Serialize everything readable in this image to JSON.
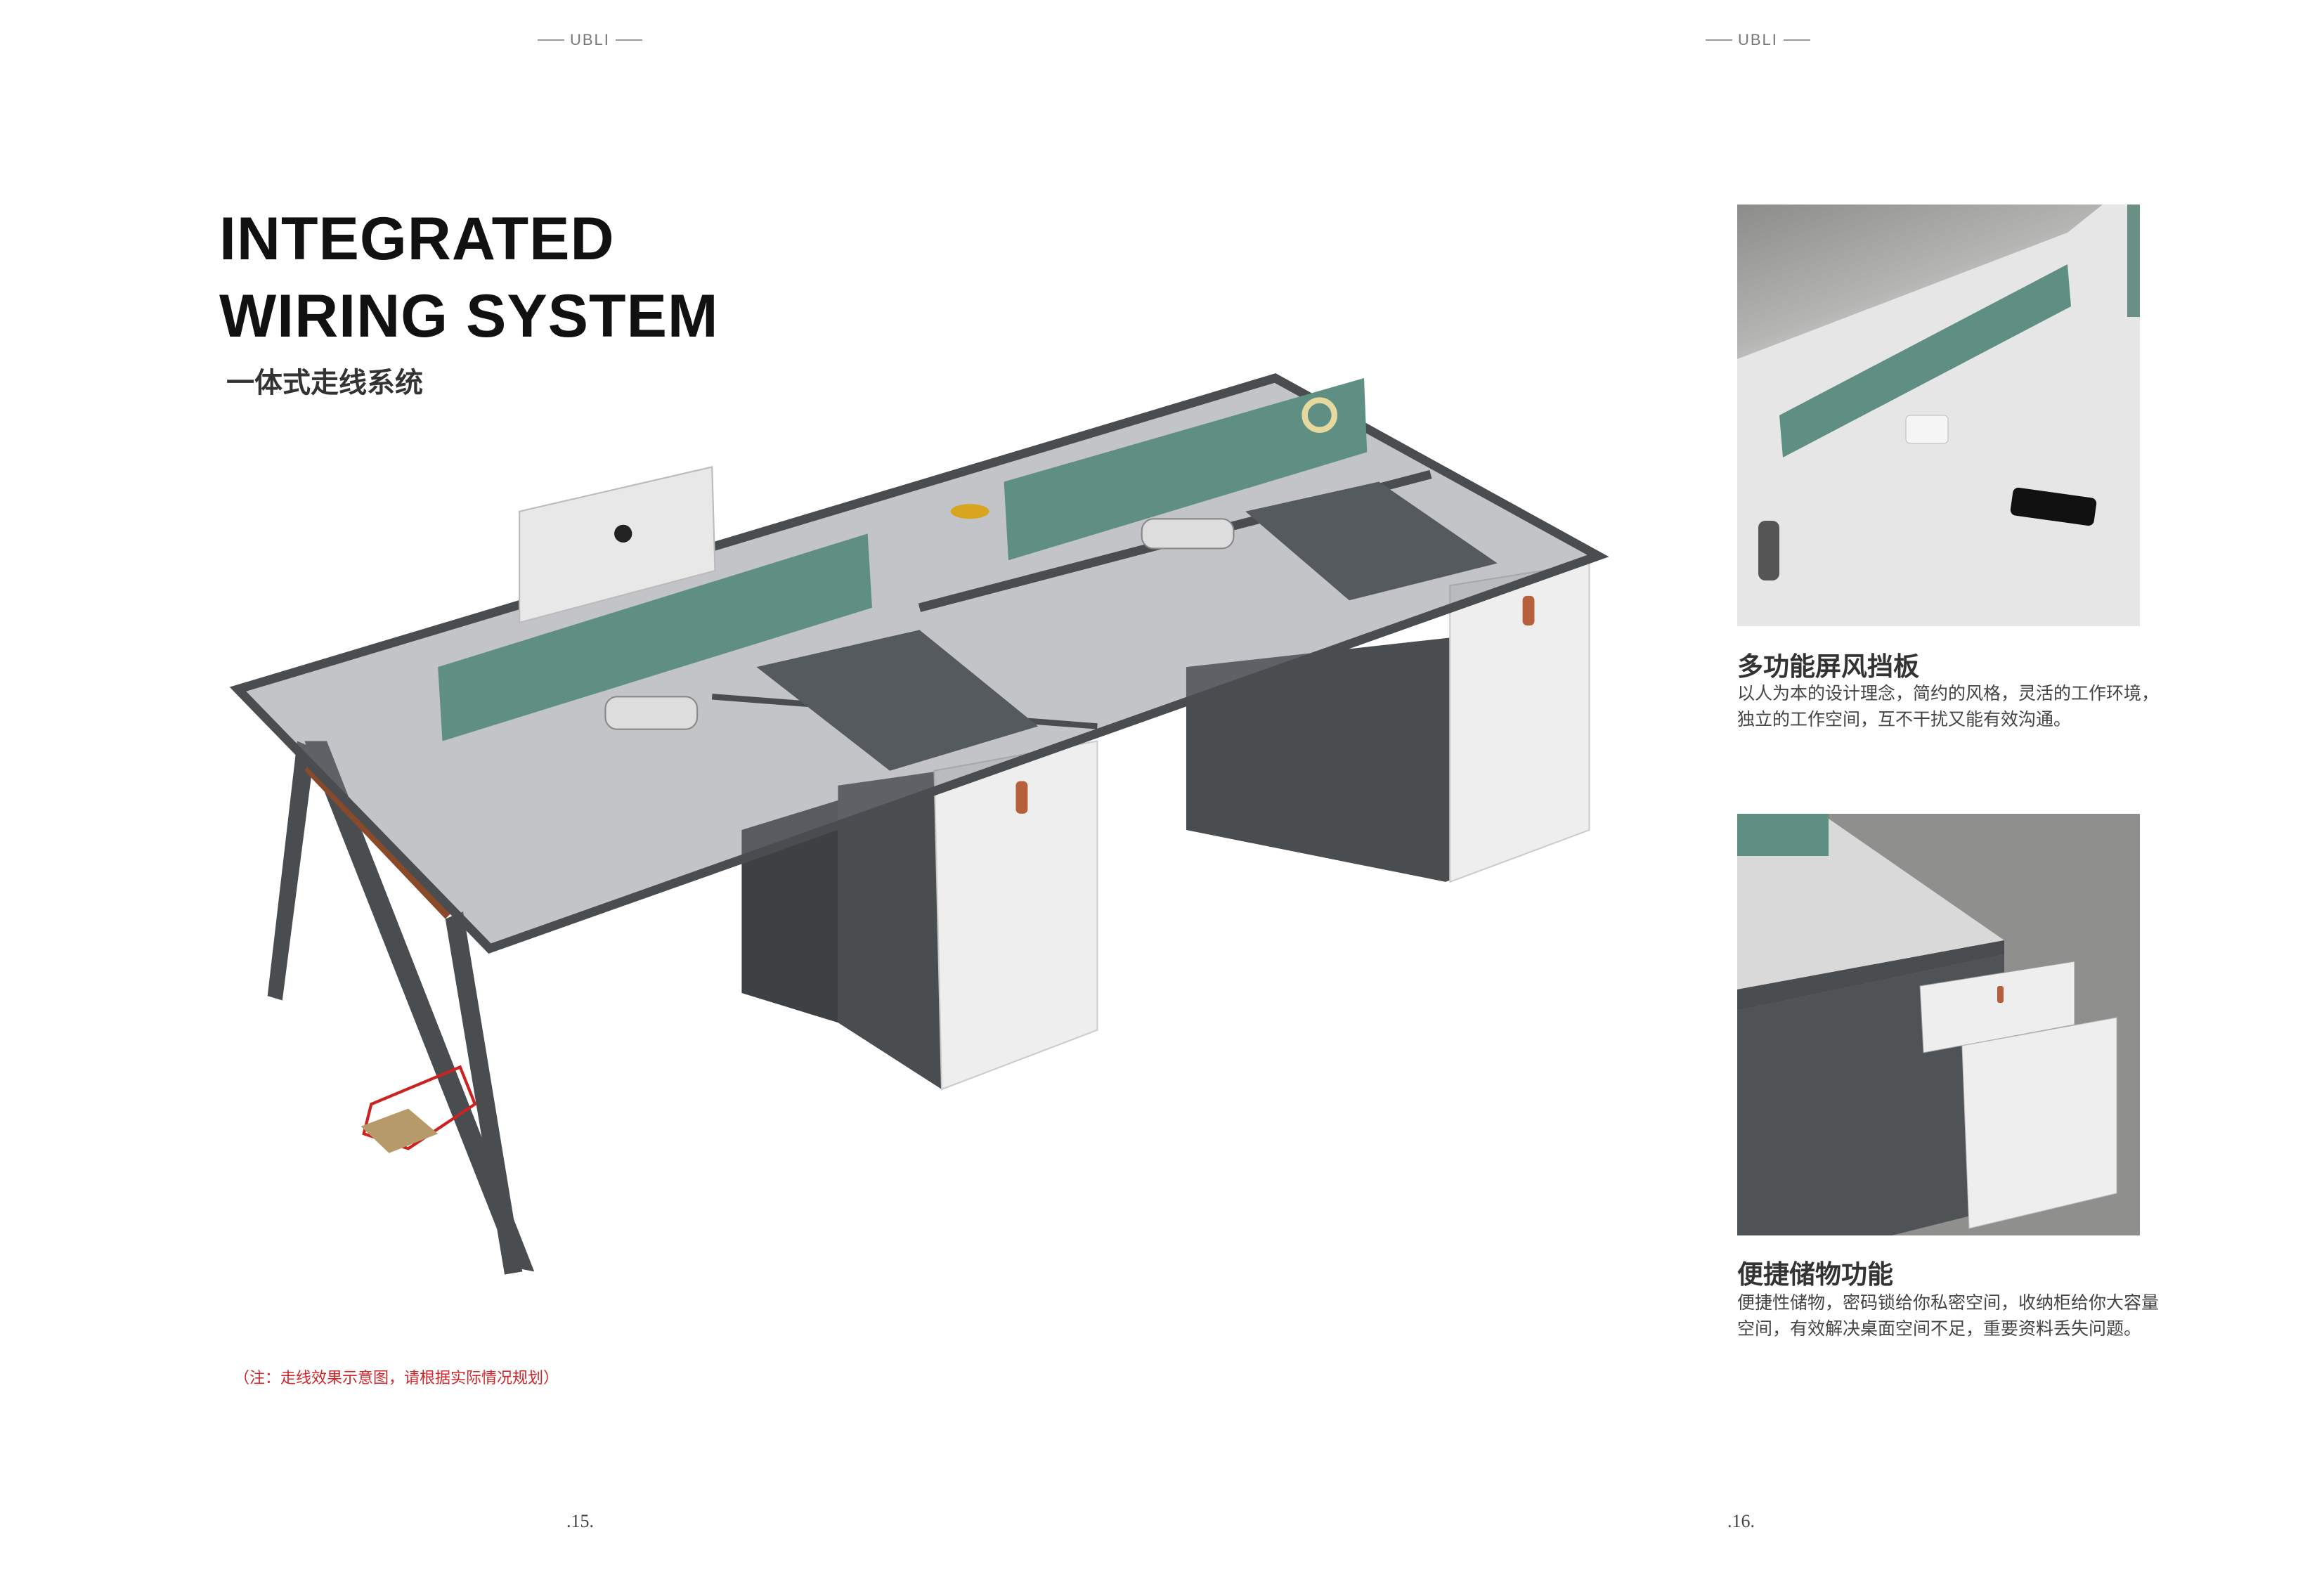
{
  "header": {
    "logo_left": "UBLI",
    "logo_right": "UBLI"
  },
  "left_page": {
    "title_lines": [
      "INTEGRATED",
      "WIRING SYSTEM"
    ],
    "subtitle": "一体式走线系统",
    "note": "（注：走线效果示意图，请根据实际情况规划）",
    "page_number": ".15."
  },
  "right_page": {
    "features": [
      {
        "heading": "多功能屏风挡板",
        "body": "以人为本的设计理念，简约的风格，灵活的工作环境，独立的工作空间，互不干扰又能有效沟通。"
      },
      {
        "heading": "便捷储物功能",
        "body": "便捷性储物，密码锁给你私密空间，收纳柜给你大容量空间，有效解决桌面空间不足，重要资料丢失问题。"
      }
    ],
    "page_number": ".16."
  },
  "colors": {
    "screen_green": "#5f8f82",
    "frame_gray": "#4a4d50",
    "note_red": "#d0262a"
  }
}
